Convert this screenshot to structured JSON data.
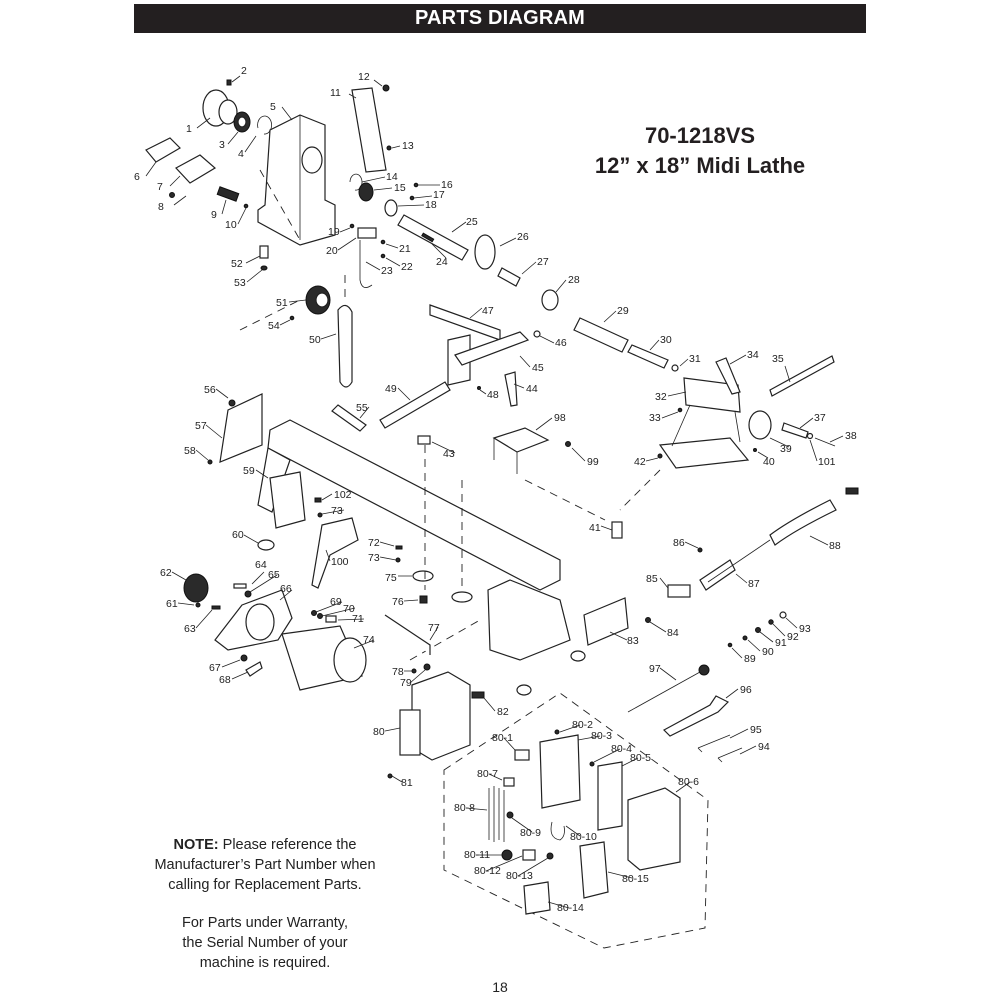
{
  "header": {
    "title": "PARTS DIAGRAM"
  },
  "model": {
    "number": "70-1218VS",
    "name": "12” x 18” Midi Lathe"
  },
  "note": {
    "lead": "NOTE:",
    "line1": " Please reference the",
    "line2": "Manufacturer’s Part Number when",
    "line3": "calling for Replacement Parts.",
    "line4": "For Parts under Warranty,",
    "line5": "the Serial Number of your",
    "line6": "machine is required."
  },
  "page_number": "18",
  "callouts": [
    {
      "id": "1",
      "label": "1"
    },
    {
      "id": "2",
      "label": "2"
    },
    {
      "id": "3",
      "label": "3"
    },
    {
      "id": "4",
      "label": "4"
    },
    {
      "id": "5",
      "label": "5"
    },
    {
      "id": "6",
      "label": "6"
    },
    {
      "id": "7",
      "label": "7"
    },
    {
      "id": "8",
      "label": "8"
    },
    {
      "id": "9",
      "label": "9"
    },
    {
      "id": "10",
      "label": "10"
    },
    {
      "id": "11",
      "label": "11"
    },
    {
      "id": "12",
      "label": "12"
    },
    {
      "id": "13",
      "label": "13"
    },
    {
      "id": "14",
      "label": "14"
    },
    {
      "id": "15",
      "label": "15"
    },
    {
      "id": "16",
      "label": "16"
    },
    {
      "id": "17",
      "label": "17"
    },
    {
      "id": "18",
      "label": "18"
    },
    {
      "id": "19",
      "label": "19"
    },
    {
      "id": "20",
      "label": "20"
    },
    {
      "id": "21",
      "label": "21"
    },
    {
      "id": "22",
      "label": "22"
    },
    {
      "id": "23",
      "label": "23"
    },
    {
      "id": "24",
      "label": "24"
    },
    {
      "id": "25",
      "label": "25"
    },
    {
      "id": "26",
      "label": "26"
    },
    {
      "id": "27",
      "label": "27"
    },
    {
      "id": "28",
      "label": "28"
    },
    {
      "id": "29",
      "label": "29"
    },
    {
      "id": "30",
      "label": "30"
    },
    {
      "id": "31",
      "label": "31"
    },
    {
      "id": "32",
      "label": "32"
    },
    {
      "id": "33",
      "label": "33"
    },
    {
      "id": "34",
      "label": "34"
    },
    {
      "id": "35",
      "label": "35"
    },
    {
      "id": "37",
      "label": "37"
    },
    {
      "id": "38",
      "label": "38"
    },
    {
      "id": "39",
      "label": "39"
    },
    {
      "id": "40",
      "label": "40"
    },
    {
      "id": "41",
      "label": "41"
    },
    {
      "id": "42",
      "label": "42"
    },
    {
      "id": "43",
      "label": "43"
    },
    {
      "id": "44",
      "label": "44"
    },
    {
      "id": "45",
      "label": "45"
    },
    {
      "id": "46",
      "label": "46"
    },
    {
      "id": "47",
      "label": "47"
    },
    {
      "id": "48",
      "label": "48"
    },
    {
      "id": "49",
      "label": "49"
    },
    {
      "id": "50",
      "label": "50"
    },
    {
      "id": "51",
      "label": "51"
    },
    {
      "id": "52",
      "label": "52"
    },
    {
      "id": "53",
      "label": "53"
    },
    {
      "id": "54",
      "label": "54"
    },
    {
      "id": "55",
      "label": "55"
    },
    {
      "id": "56",
      "label": "56"
    },
    {
      "id": "57",
      "label": "57"
    },
    {
      "id": "58",
      "label": "58"
    },
    {
      "id": "59",
      "label": "59"
    },
    {
      "id": "60",
      "label": "60"
    },
    {
      "id": "61",
      "label": "61"
    },
    {
      "id": "62",
      "label": "62"
    },
    {
      "id": "63",
      "label": "63"
    },
    {
      "id": "64",
      "label": "64"
    },
    {
      "id": "65",
      "label": "65"
    },
    {
      "id": "66",
      "label": "66"
    },
    {
      "id": "67",
      "label": "67"
    },
    {
      "id": "68",
      "label": "68"
    },
    {
      "id": "69",
      "label": "69"
    },
    {
      "id": "70",
      "label": "70"
    },
    {
      "id": "71",
      "label": "71"
    },
    {
      "id": "72",
      "label": "72"
    },
    {
      "id": "73a",
      "label": "73"
    },
    {
      "id": "73b",
      "label": "73"
    },
    {
      "id": "74",
      "label": "74"
    },
    {
      "id": "75",
      "label": "75"
    },
    {
      "id": "76",
      "label": "76"
    },
    {
      "id": "77",
      "label": "77"
    },
    {
      "id": "78",
      "label": "78"
    },
    {
      "id": "79",
      "label": "79"
    },
    {
      "id": "80",
      "label": "80"
    },
    {
      "id": "80-1",
      "label": "80-1"
    },
    {
      "id": "80-2",
      "label": "80-2"
    },
    {
      "id": "80-3",
      "label": "80-3"
    },
    {
      "id": "80-4",
      "label": "80-4"
    },
    {
      "id": "80-5",
      "label": "80-5"
    },
    {
      "id": "80-6",
      "label": "80-6"
    },
    {
      "id": "80-7",
      "label": "80-7"
    },
    {
      "id": "80-8",
      "label": "80-8"
    },
    {
      "id": "80-9",
      "label": "80-9"
    },
    {
      "id": "80-10",
      "label": "80-10"
    },
    {
      "id": "80-11",
      "label": "80-11"
    },
    {
      "id": "80-12",
      "label": "80-12"
    },
    {
      "id": "80-13",
      "label": "80-13"
    },
    {
      "id": "80-14",
      "label": "80-14"
    },
    {
      "id": "80-15",
      "label": "80-15"
    },
    {
      "id": "81",
      "label": "81"
    },
    {
      "id": "82",
      "label": "82"
    },
    {
      "id": "83",
      "label": "83"
    },
    {
      "id": "84",
      "label": "84"
    },
    {
      "id": "85",
      "label": "85"
    },
    {
      "id": "86",
      "label": "86"
    },
    {
      "id": "87",
      "label": "87"
    },
    {
      "id": "88",
      "label": "88"
    },
    {
      "id": "89",
      "label": "89"
    },
    {
      "id": "90",
      "label": "90"
    },
    {
      "id": "91",
      "label": "91"
    },
    {
      "id": "92",
      "label": "92"
    },
    {
      "id": "93",
      "label": "93"
    },
    {
      "id": "94",
      "label": "94"
    },
    {
      "id": "95",
      "label": "95"
    },
    {
      "id": "96",
      "label": "96"
    },
    {
      "id": "97",
      "label": "97"
    },
    {
      "id": "98",
      "label": "98"
    },
    {
      "id": "99",
      "label": "99"
    },
    {
      "id": "100",
      "label": "100"
    },
    {
      "id": "101",
      "label": "101"
    },
    {
      "id": "102",
      "label": "102"
    }
  ]
}
